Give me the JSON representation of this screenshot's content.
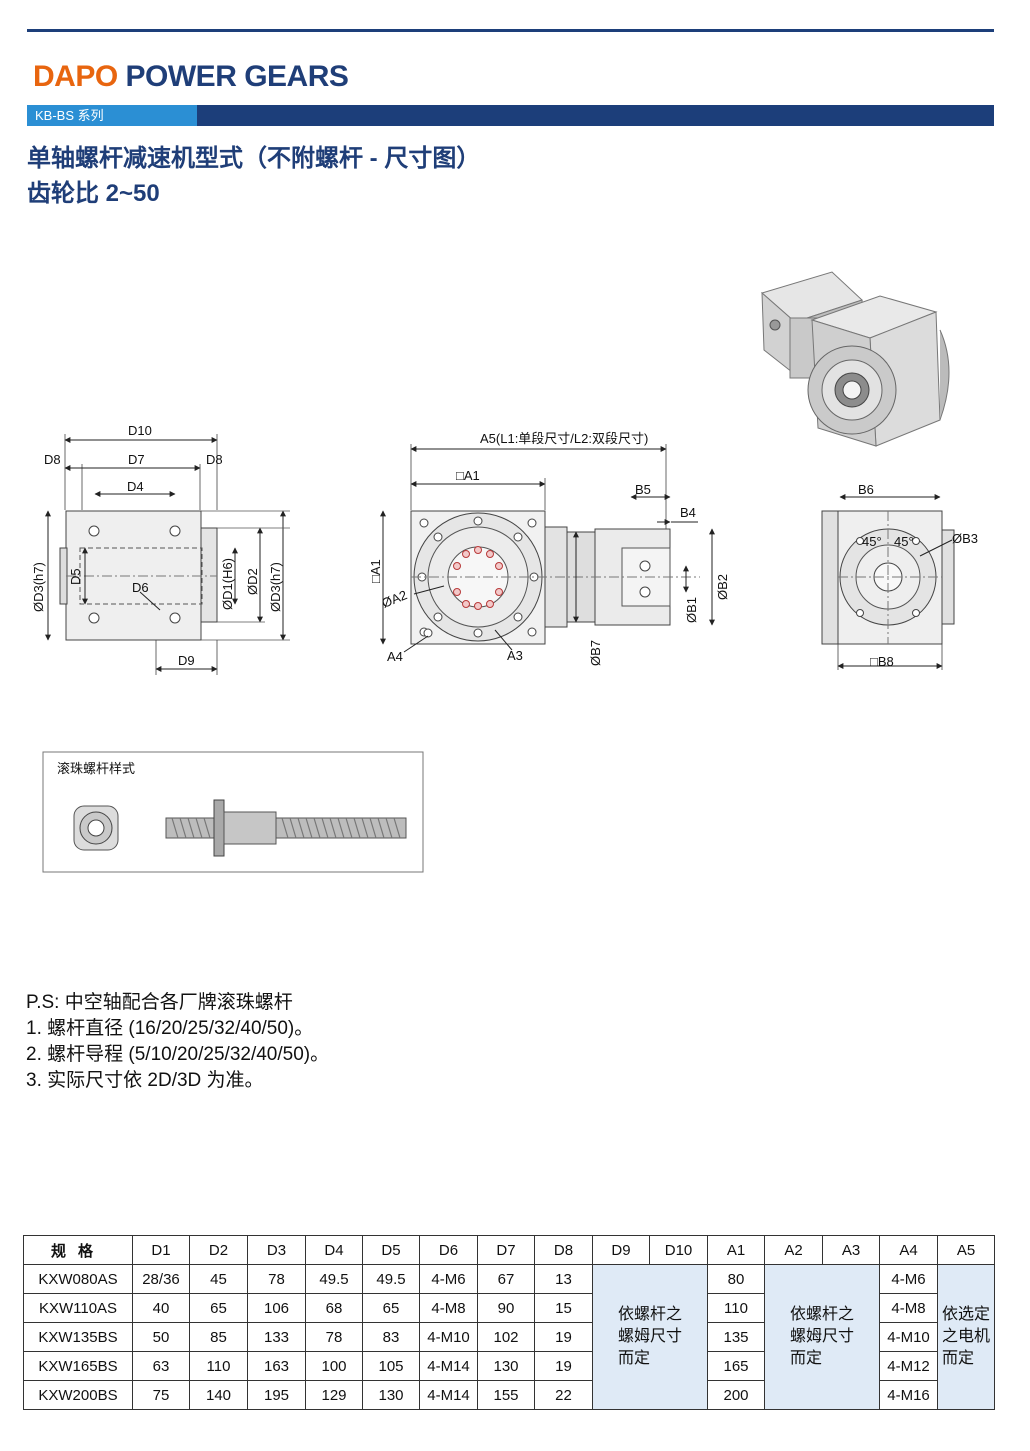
{
  "header": {
    "brand_dapo": "DAPO",
    "brand_rest": " POWER GEARS",
    "series": "KB-BS 系列",
    "title_line1": "单轴螺杆减速机型式（不附螺杆 - 尺寸图）",
    "title_line2": "齿轮比 2~50"
  },
  "drawing": {
    "labels": {
      "d10": "D10",
      "d8_left": "D8",
      "d7": "D7",
      "d8_right": "D8",
      "d4": "D4",
      "d3_left": "ØD3(h7)",
      "d5": "D5",
      "d6": "D6",
      "d1": "ØD1(H6)",
      "d2": "ØD2",
      "d3_right": "ØD3(h7)",
      "d9": "D9",
      "a5": "A5(L1:单段尺寸/L2:双段尺寸)",
      "a1_top": "□A1",
      "a1_side": "□A1",
      "a2": "ØA2",
      "a4": "A4",
      "a3": "A3",
      "b5": "B5",
      "b4": "B4",
      "b7": "ØB7",
      "b1": "ØB1",
      "b2": "ØB2",
      "b6": "B6",
      "b3": "ØB3",
      "b8": "□B8",
      "angle1": "45°",
      "angle2": "45°"
    },
    "ballscrew_title": "滚珠螺杆样式"
  },
  "notes": {
    "line0": "P.S:  中空轴配合各厂牌滚珠螺杆",
    "line1": "1. 螺杆直径 (16/20/25/32/40/50)。",
    "line2": "2. 螺杆导程 (5/10/20/25/32/40/50)。",
    "line3": "3. 实际尺寸依 2D/3D 为准。"
  },
  "table": {
    "headers": [
      "规格",
      "D1",
      "D2",
      "D3",
      "D4",
      "D5",
      "D6",
      "D7",
      "D8",
      "D9",
      "D10",
      "A1",
      "A2",
      "A3",
      "A4",
      "A5"
    ],
    "rows": [
      {
        "model": "KXW080AS",
        "d1": "28/36",
        "d2": "45",
        "d3": "78",
        "d4": "49.5",
        "d5": "49.5",
        "d6": "4-M6",
        "d7": "67",
        "d8": "13",
        "a1": "80",
        "a4": "4-M6"
      },
      {
        "model": "KXW110AS",
        "d1": "40",
        "d2": "65",
        "d3": "106",
        "d4": "68",
        "d5": "65",
        "d6": "4-M8",
        "d7": "90",
        "d8": "15",
        "a1": "110",
        "a4": "4-M8"
      },
      {
        "model": "KXW135BS",
        "d1": "50",
        "d2": "85",
        "d3": "133",
        "d4": "78",
        "d5": "83",
        "d6": "4-M10",
        "d7": "102",
        "d8": "19",
        "a1": "135",
        "a4": "4-M10"
      },
      {
        "model": "KXW165BS",
        "d1": "63",
        "d2": "110",
        "d3": "163",
        "d4": "100",
        "d5": "105",
        "d6": "4-M14",
        "d7": "130",
        "d8": "19",
        "a1": "165",
        "a4": "4-M12"
      },
      {
        "model": "KXW200BS",
        "d1": "75",
        "d2": "140",
        "d3": "195",
        "d4": "129",
        "d5": "130",
        "d6": "4-M14",
        "d7": "155",
        "d8": "22",
        "a1": "200",
        "a4": "4-M16"
      }
    ],
    "merged_d9_d10": "依螺杆之\n螺姆尺寸\n而定",
    "merged_a2_a3": "依螺杆之\n螺姆尺寸\n而定",
    "merged_a5": "依选定\n之电机\n而定"
  }
}
